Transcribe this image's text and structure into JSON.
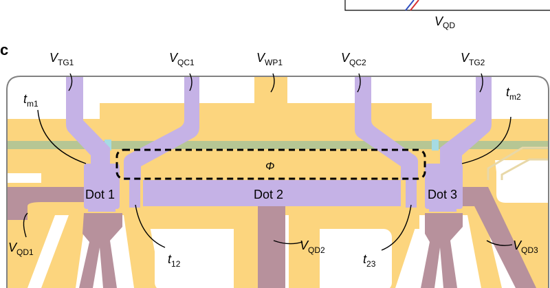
{
  "panel_label": "c",
  "top_axis_label": {
    "main": "V",
    "sub": "QD"
  },
  "gates": {
    "tg1": {
      "main": "V",
      "sub": "TG1"
    },
    "qc1": {
      "main": "V",
      "sub": "QC1"
    },
    "wp1": {
      "main": "V",
      "sub": "WP1"
    },
    "qc2": {
      "main": "V",
      "sub": "QC2"
    },
    "tg2": {
      "main": "V",
      "sub": "TG2"
    },
    "qd1": {
      "main": "V",
      "sub": "QD1"
    },
    "qd2": {
      "main": "V",
      "sub": "QD2"
    },
    "qd3": {
      "main": "V",
      "sub": "QD3"
    }
  },
  "couplings": {
    "tm1": {
      "main": "t",
      "sub": "m1"
    },
    "tm2": {
      "main": "t",
      "sub": "m2"
    },
    "t12": {
      "main": "t",
      "sub": "12"
    },
    "t23": {
      "main": "t",
      "sub": "23"
    }
  },
  "flux_label": "Φ",
  "dots": {
    "dot1": "Dot 1",
    "dot2": "Dot 2",
    "dot3": "Dot 3"
  },
  "colors": {
    "gold": "#fcd57e",
    "lavender": "#c5b2e6",
    "mauve": "#b7919c",
    "stripe": "#b6c694",
    "cyan": "#a6dbe3",
    "outline": "#808080",
    "trace_blue": "#3050c0",
    "trace_red": "#d83030"
  }
}
